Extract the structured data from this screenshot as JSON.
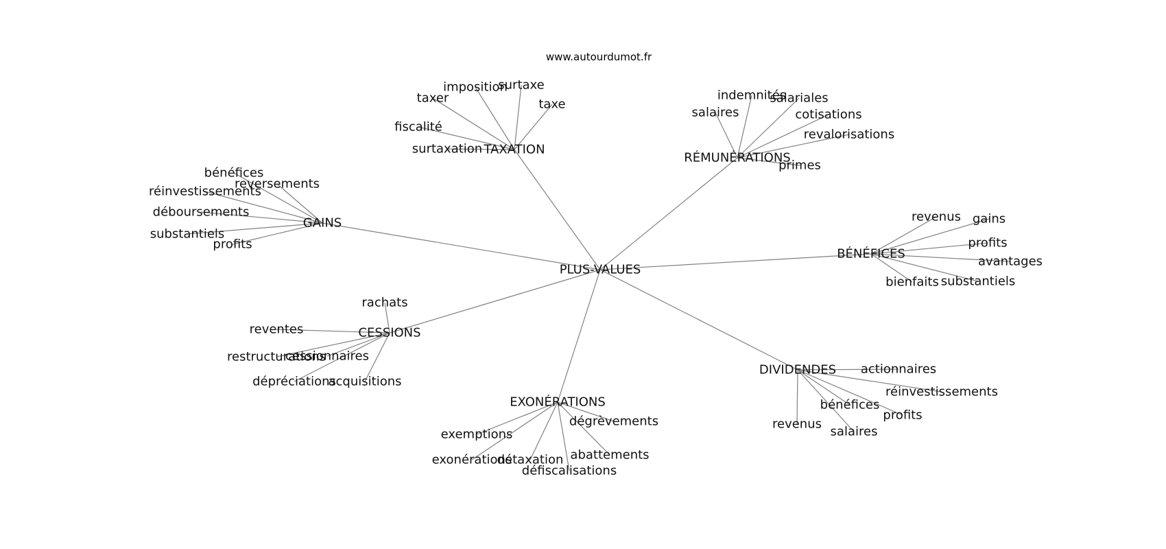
{
  "source": "www.autourdumot.fr",
  "center": "PLUS-VALUES",
  "clusters": [
    {
      "label": "TAXATION",
      "words": [
        "imposition",
        "surtaxe",
        "taxer",
        "taxe",
        "fiscalité",
        "surtaxation"
      ]
    },
    {
      "label": "RÉMUNÉRATIONS",
      "words": [
        "indemnités",
        "salariales",
        "salaires",
        "cotisations",
        "revalorisations",
        "primes"
      ]
    },
    {
      "label": "GAINS",
      "words": [
        "bénéfices",
        "reversements",
        "réinvestissements",
        "débours­ements",
        "substantiels",
        "profits"
      ]
    },
    {
      "label": "BÉNÉFICES",
      "words": [
        "revenus",
        "gains",
        "profits",
        "avantages",
        "bienfaits",
        "substantiels"
      ]
    },
    {
      "label": "CESSIONS",
      "words": [
        "rachats",
        "reventes",
        "restructurations",
        "cessionnaires",
        "dépréciations",
        "acquisitions"
      ]
    },
    {
      "label": "DIVIDENDES",
      "words": [
        "actionnaires",
        "réinvestissements",
        "bénéfices",
        "profits",
        "revenus",
        "salaires"
      ]
    },
    {
      "label": "EXONÉRATIONS",
      "words": [
        "dégrèvements",
        "exemptions",
        "abattements",
        "exonérations",
        "détaxation",
        "défiscalisations"
      ]
    }
  ]
}
